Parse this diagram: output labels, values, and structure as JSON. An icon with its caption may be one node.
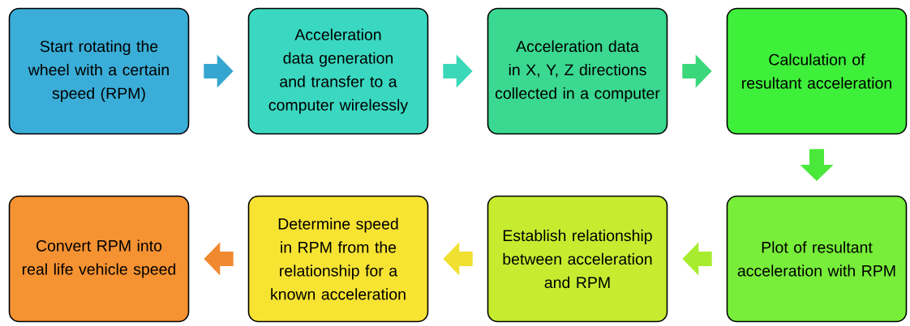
{
  "diagram": {
    "nodes": [
      {
        "text": [
          "Start rotating the wheel with a certain speed (RPM)"
        ]
      },
      {
        "text": [
          "Acceleration data generation and transfer to  a computer wirelessly"
        ]
      },
      {
        "text": [
          "Acceleration data in X, Y, Z directions collected in a computer"
        ]
      },
      {
        "text": [
          "Calculation of resultant acceleration"
        ]
      },
      {
        "text": [
          "Plot of resultant acceleration with RPM"
        ]
      },
      {
        "text": [
          "Establish relationship between acceleration and RPM"
        ]
      },
      {
        "text": [
          "Determine speed in RPM from the relationship for a known acceleration"
        ]
      },
      {
        "text": [
          "Convert RPM into real life vehicle speed"
        ]
      }
    ],
    "edges": [
      {
        "from": 0,
        "to": 1,
        "arrow": "to",
        "color": "#35a6d0"
      },
      {
        "from": 1,
        "to": 2,
        "arrow": "to",
        "color": "#3ad8b8"
      },
      {
        "from": 2,
        "to": 3,
        "arrow": "to",
        "color": "#3ad87a"
      },
      {
        "from": 3,
        "to": 4,
        "arrow": "to",
        "color": "#4ae83a"
      },
      {
        "from": 4,
        "to": 5,
        "arrow": "to",
        "color": "#a8ec30"
      },
      {
        "from": 5,
        "to": 6,
        "arrow": "to",
        "color": "#f0e030"
      },
      {
        "from": 6,
        "to": 7,
        "arrow": "to",
        "color": "#f08a30"
      }
    ]
  }
}
